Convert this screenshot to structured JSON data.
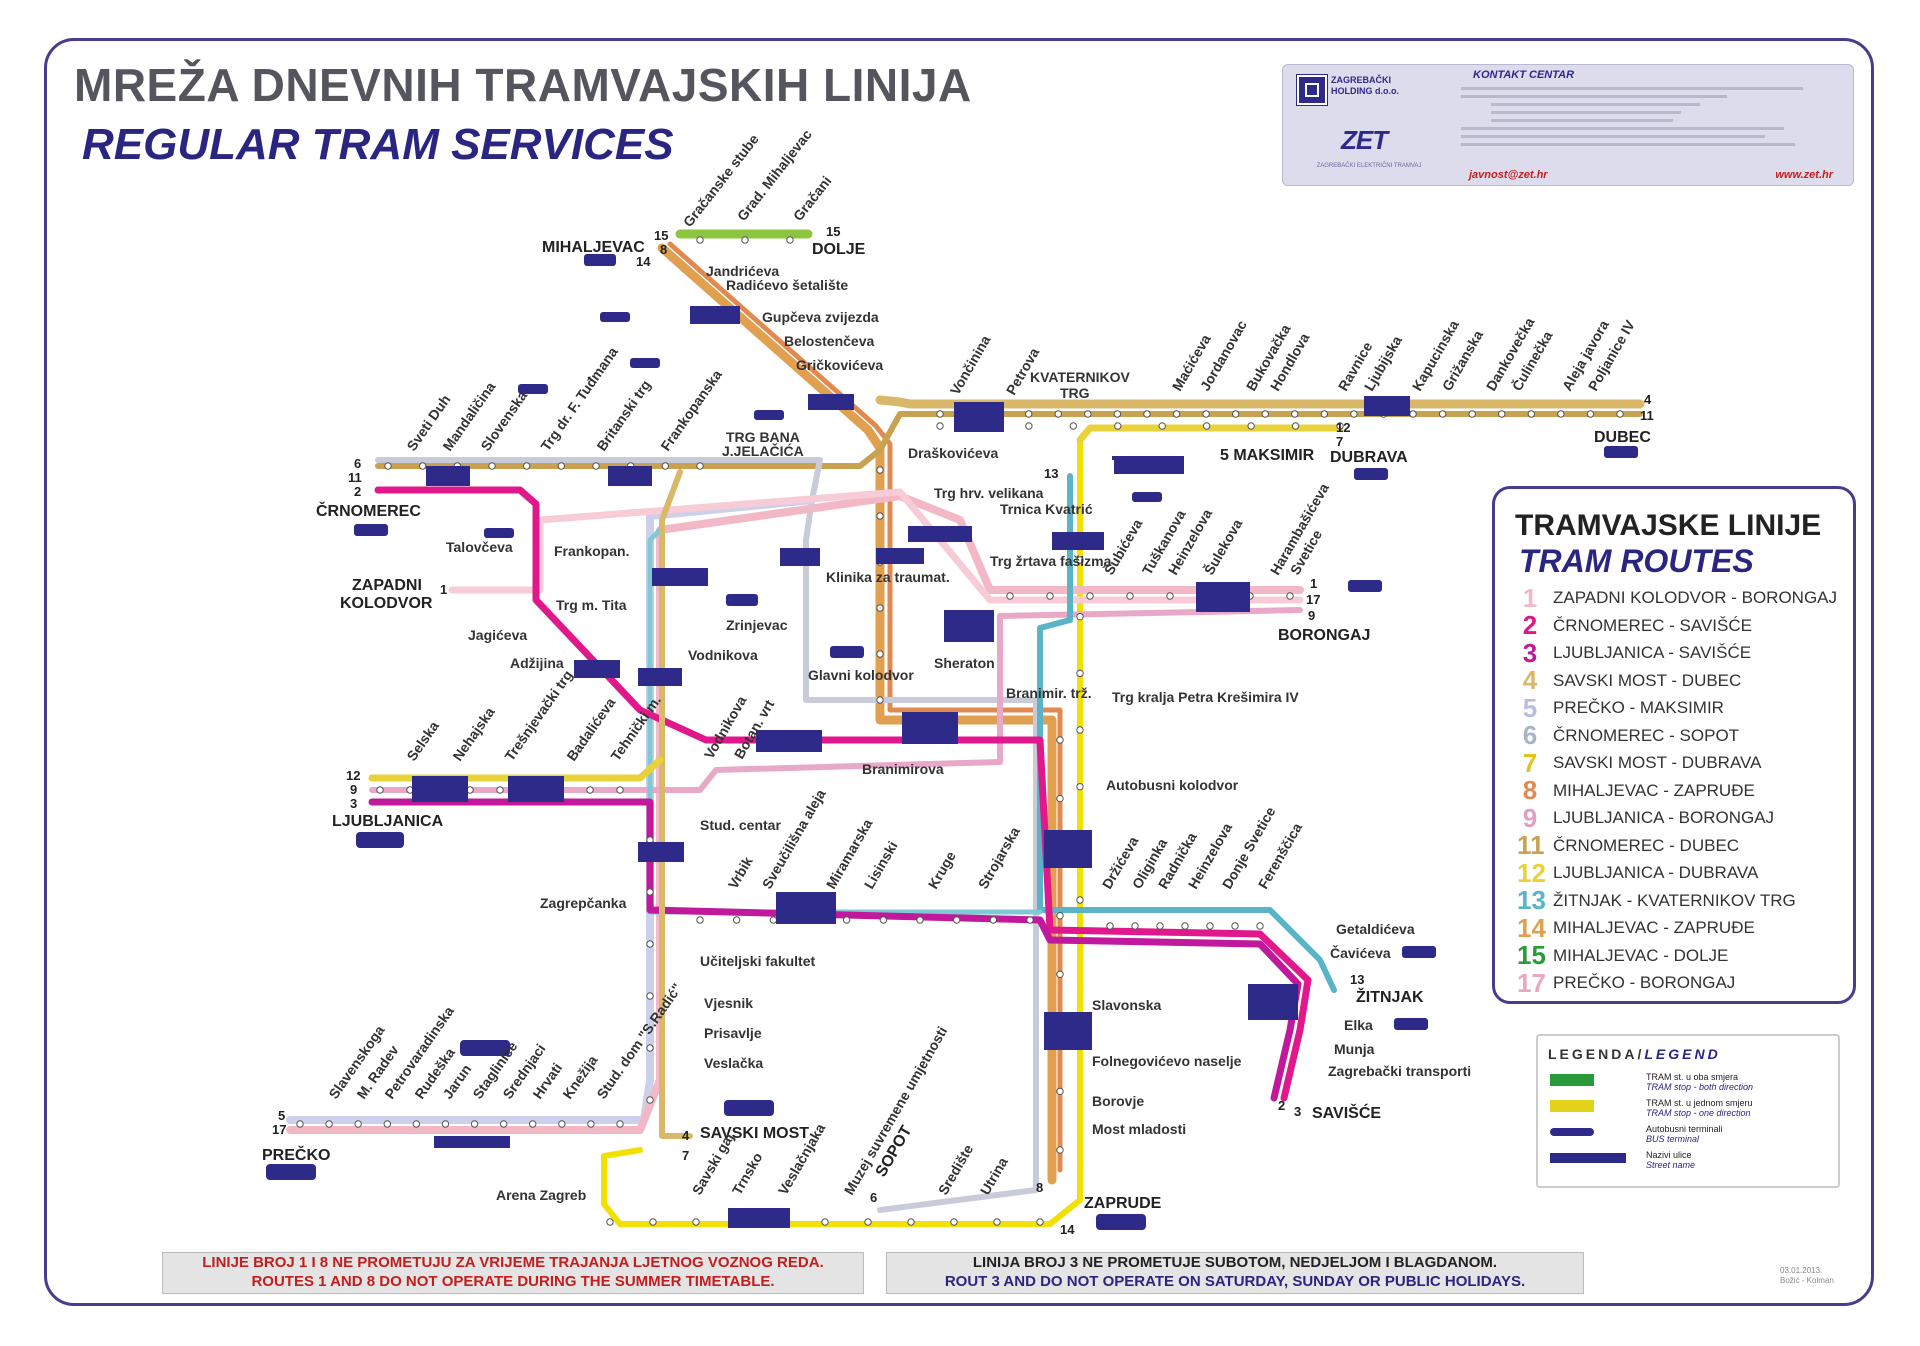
{
  "title": {
    "hr": "MREŽA DNEVNIH TRAMVAJSKIH LINIJA",
    "en": "REGULAR TRAM SERVICES"
  },
  "contact": {
    "holding": "ZAGREBAČKI HOLDING d.o.o.",
    "logo": "ZET",
    "logo_sub": "ZAGREBAČKI ELEKTRIČNI TRAMVAJ",
    "heading": "KONTAKT CENTAR",
    "email": "javnost@zet.hr",
    "web": "www.zet.hr"
  },
  "routes_box": {
    "title_hr": "TRAMVAJSKE LINIJE",
    "title_en": "TRAM ROUTES",
    "routes": [
      {
        "num": "1",
        "name": "ZAPADNI KOLODVOR - BORONGAJ",
        "color": "#f2b8c6"
      },
      {
        "num": "2",
        "name": "ČRNOMEREC - SAVIŠĆE",
        "color": "#e0188c"
      },
      {
        "num": "3",
        "name": "LJUBLJANICA - SAVIŠĆE",
        "color": "#c0199c"
      },
      {
        "num": "4",
        "name": "SAVSKI MOST - DUBEC",
        "color": "#d9b86a"
      },
      {
        "num": "5",
        "name": "PREČKO - MAKSIMIR",
        "color": "#b9bde0"
      },
      {
        "num": "6",
        "name": "ČRNOMEREC - SOPOT",
        "color": "#a9b4c9"
      },
      {
        "num": "7",
        "name": "SAVSKI MOST - DUBRAVA",
        "color": "#e3c21a"
      },
      {
        "num": "8",
        "name": "MIHALJEVAC - ZAPRUĐE",
        "color": "#e08a52"
      },
      {
        "num": "9",
        "name": "LJUBLJANICA - BORONGAJ",
        "color": "#dfa0c6"
      },
      {
        "num": "11",
        "name": "ČRNOMEREC - DUBEC",
        "color": "#c8a250"
      },
      {
        "num": "12",
        "name": "LJUBLJANICA - DUBRAVA",
        "color": "#e8d23a"
      },
      {
        "num": "13",
        "name": "ŽITNJAK - KVATERNIKOV TRG",
        "color": "#5ab4c8"
      },
      {
        "num": "14",
        "name": "MIHALJEVAC - ZAPRUĐE",
        "color": "#e0a050"
      },
      {
        "num": "15",
        "name": "MIHALJEVAC - DOLJE",
        "color": "#2a9a3a"
      },
      {
        "num": "17",
        "name": "PREČKO - BORONGAJ",
        "color": "#e8a8c0"
      }
    ]
  },
  "legend": {
    "title_hr": "LEGENDA",
    "title_en": "LEGEND",
    "items": [
      {
        "hr": "TRAM st. u oba smjera",
        "en": "TRAM stop - both direction",
        "color": "#2a9a3a"
      },
      {
        "hr": "TRAM st. u jednom smjeru",
        "en": "TRAM stop - one direction",
        "color": "#e3d21a"
      },
      {
        "hr": "Autobusni terminali",
        "en": "BUS terminal",
        "color": "#2d2a8a"
      },
      {
        "hr": "Nazivi ulice",
        "en": "Street name",
        "color": "#2d2a8a"
      }
    ]
  },
  "notices": {
    "summer_hr": "LINIJE BROJ 1 I 8 NE PROMETUJU ZA VRIJEME TRAJANJA LJETNOG VOZNOG REDA.",
    "summer_en": "ROUTES 1 AND 8 DO NOT OPERATE DURING THE SUMMER TIMETABLE.",
    "weekend_hr": "LINIJA BROJ 3 NE PROMETUJE SUBOTOM, NEDJELJOM I BLAGDANOM.",
    "weekend_en": "ROUT 3 AND DO NOT OPERATE ON SATURDAY, SUNDAY OR PUBLIC HOLIDAYS."
  },
  "date": "03.01.2013.",
  "author": "Božić - Kolman",
  "terminals": {
    "mihaljevac": "MIHALJEVAC",
    "dolje": "DOLJE",
    "crnomerec": "ČRNOMEREC",
    "zapadni": "ZAPADNI",
    "kolodvor": "KOLODVOR",
    "ljubljanica": "LJUBLJANICA",
    "precko": "PREČKO",
    "savski_most": "SAVSKI MOST",
    "zaprude": "ZAPRUDE",
    "savisce": "SAVIŠĆE",
    "zitnjak": "ŽITNJAK",
    "borongaj": "BORONGAJ",
    "dubrava": "DUBRAVA",
    "dubec": "DUBEC",
    "maksimir": "5 MAKSIMIR",
    "kvaternikov": "KVATERNIKOV",
    "trg": "TRG",
    "sopot": "SOPOT",
    "trg_bana": "TRG BANA",
    "jelacica": "J.JELAČIĆA"
  },
  "stations": {
    "north": [
      "Gračanske stube",
      "Grad. Mihaljevac",
      "Gračani",
      "Jandrićeva",
      "Radićevo šetalište",
      "Gupčeva zvijezda",
      "Belostenčeva",
      "Gričkovićeva",
      "Draškovićeva"
    ],
    "west_top": [
      "Sveti Duh",
      "Mandaličina",
      "Slovenska",
      "Trg dr. F. Tuđmana",
      "Britanski trg",
      "Frankopanska"
    ],
    "east_top": [
      "Vončinina",
      "Petrova",
      "Maćićeva",
      "Jordanovac",
      "Bukovačka",
      "Hondlova",
      "Ravnice",
      "Ljubijska",
      "Kapucinska",
      "Grižanska",
      "Dankovečka",
      "Čulinečka",
      "Aleja javora",
      "Poljanice IV"
    ],
    "central": [
      "Talovčeva",
      "Frankopan.",
      "Trg m. Tita",
      "Jagićeva",
      "Adžijina",
      "Vodnikova",
      "Zrinjevac",
      "Klinika za traumat.",
      "Trg hrv. velikana",
      "Trg žrtava fašizma",
      "Trnica Kvatrić",
      "Glavni kolodvor",
      "Sheraton",
      "Branimir. trž.",
      "Branimirova",
      "Trg kralja Petra Krešimira IV",
      "Autobusni kolodvor"
    ],
    "east_mid": [
      "Šubićeva",
      "Tuškanova",
      "Heinzelova",
      "Šulekova",
      "Harambašićeva",
      "Svetice"
    ],
    "west_mid": [
      "Selska",
      "Nehajska",
      "Trešnjevački trg",
      "Badalićeva",
      "Tehnički m.",
      "Vodnikova",
      "Botan. vrt"
    ],
    "south": [
      "Stud. centar",
      "Zagrepčanka",
      "Vrbik",
      "Sveučilišna aleja",
      "Miramarska",
      "Lisinski",
      "Kruge",
      "Strojarska",
      "Držićeva",
      "Oliginka",
      "Radnička",
      "Heinzelova",
      "Donje Svetice",
      "Ferenščica",
      "Getaldićeva",
      "Čavićeva",
      "Elka",
      "Munja",
      "Zagrebački transporti"
    ],
    "southwest": [
      "Učiteljski fakultet",
      "Vjesnik",
      "Prisavlje",
      "Veslačka",
      "Arena Zagreb",
      "Savski gaj",
      "Trnsko",
      "Veslačnjaka",
      "Muzej suvremene umjetnosti",
      "Središte",
      "Utrina",
      "Slavonska",
      "Folnegovićevo naselje",
      "Borovje",
      "Most mladosti"
    ],
    "precko": [
      "Slavenskoga",
      "M. Radev",
      "Petrovaradinska",
      "Rudeška",
      "Jarun",
      "Stagliniće",
      "Srednjaci",
      "Hrvati",
      "Knežija",
      "Stud. dom \"S.Radić\""
    ]
  }
}
